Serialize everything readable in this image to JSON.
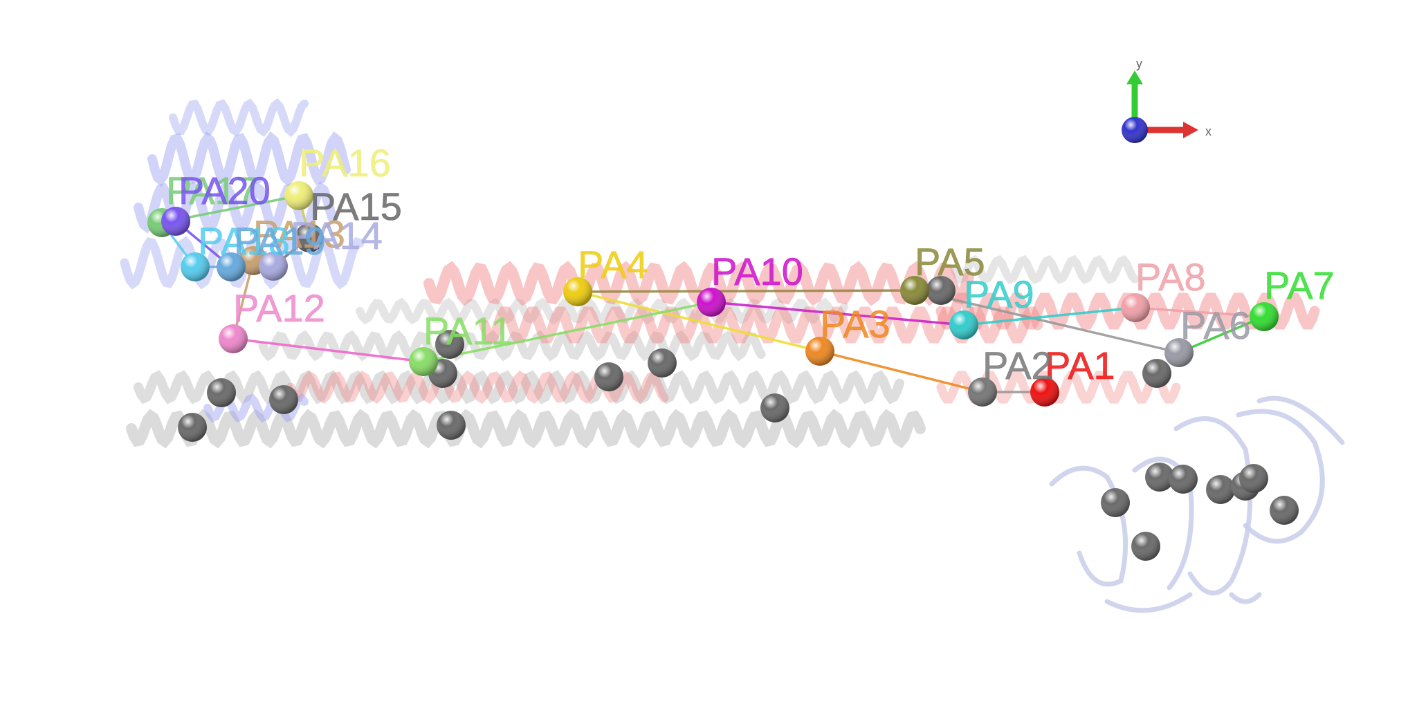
{
  "scene": {
    "background": "#ffffff",
    "ribbon_colors": {
      "helix_red": "#f08080",
      "helix_gray": "#bdbdbd",
      "domain_blue": "#9aa0f0",
      "domain_lavender": "#c8ccea"
    },
    "axes": {
      "x_label": "x",
      "y_label": "y",
      "x_color": "#dd3333",
      "y_color": "#33cc33",
      "z_color": "#3333cc"
    },
    "markers": [
      {
        "id": "PA1",
        "label": "PA1",
        "color": "#ee1111"
      },
      {
        "id": "PA2",
        "label": "PA2",
        "color": "#777777"
      },
      {
        "id": "PA3",
        "label": "PA3",
        "color": "#ee8822"
      },
      {
        "id": "PA4",
        "label": "PA4",
        "color": "#eecc11"
      },
      {
        "id": "PA5",
        "label": "PA5",
        "color": "#8a8a3a"
      },
      {
        "id": "PA6",
        "label": "PA6",
        "color": "#9a9aa6"
      },
      {
        "id": "PA7",
        "label": "PA7",
        "color": "#33dd33"
      },
      {
        "id": "PA8",
        "label": "PA8",
        "color": "#f0a0a8"
      },
      {
        "id": "PA9",
        "label": "PA9",
        "color": "#33cccc"
      },
      {
        "id": "PA10",
        "label": "PA10",
        "color": "#cc11cc"
      },
      {
        "id": "PA11",
        "label": "PA11",
        "color": "#88dd66"
      },
      {
        "id": "PA12",
        "label": "PA12",
        "color": "#ee88cc"
      },
      {
        "id": "PA13",
        "label": "PA13",
        "color": "#c8a070"
      },
      {
        "id": "PA14",
        "label": "PA14",
        "color": "#a8aae0"
      },
      {
        "id": "PA15",
        "label": "PA15",
        "color": "#666666"
      },
      {
        "id": "PA16",
        "label": "PA16",
        "color": "#eeee77"
      },
      {
        "id": "PA17",
        "label": "PA17",
        "color": "#77cc77"
      },
      {
        "id": "PA18",
        "label": "PA18",
        "color": "#55ccee"
      },
      {
        "id": "PA19",
        "label": "PA19",
        "color": "#66aadd"
      },
      {
        "id": "PA20",
        "label": "PA20",
        "color": "#7755ee"
      }
    ],
    "connections": [
      {
        "from": "PA1",
        "to": "PA2",
        "color": "#999999"
      },
      {
        "from": "PA2",
        "to": "PA3",
        "color": "#ee8822"
      },
      {
        "from": "PA3",
        "to": "PA4",
        "color": "#eedd33"
      },
      {
        "from": "PA4",
        "to": "PA5",
        "color": "#998844"
      },
      {
        "from": "PA5",
        "to": "PA6",
        "color": "#999999"
      },
      {
        "from": "PA6",
        "to": "PA7",
        "color": "#33cc33"
      },
      {
        "from": "PA7",
        "to": "PA8",
        "color": "#f0a0a8"
      },
      {
        "from": "PA8",
        "to": "PA9",
        "color": "#33cccc"
      },
      {
        "from": "PA9",
        "to": "PA10",
        "color": "#cc22cc"
      },
      {
        "from": "PA10",
        "to": "PA11",
        "color": "#88dd66"
      },
      {
        "from": "PA11",
        "to": "PA12",
        "color": "#ee66cc"
      },
      {
        "from": "PA12",
        "to": "PA13",
        "color": "#c8a070"
      },
      {
        "from": "PA13",
        "to": "PA14",
        "color": "#a8aae0"
      },
      {
        "from": "PA14",
        "to": "PA15",
        "color": "#777777"
      },
      {
        "from": "PA15",
        "to": "PA16",
        "color": "#cccc66"
      },
      {
        "from": "PA16",
        "to": "PA17",
        "color": "#77cc77"
      },
      {
        "from": "PA17",
        "to": "PA18",
        "color": "#55ccee"
      },
      {
        "from": "PA18",
        "to": "PA19",
        "color": "#66aadd"
      },
      {
        "from": "PA19",
        "to": "PA20",
        "color": "#7755ee"
      }
    ],
    "unlabeled_sphere_color": "#6a6a6a"
  }
}
